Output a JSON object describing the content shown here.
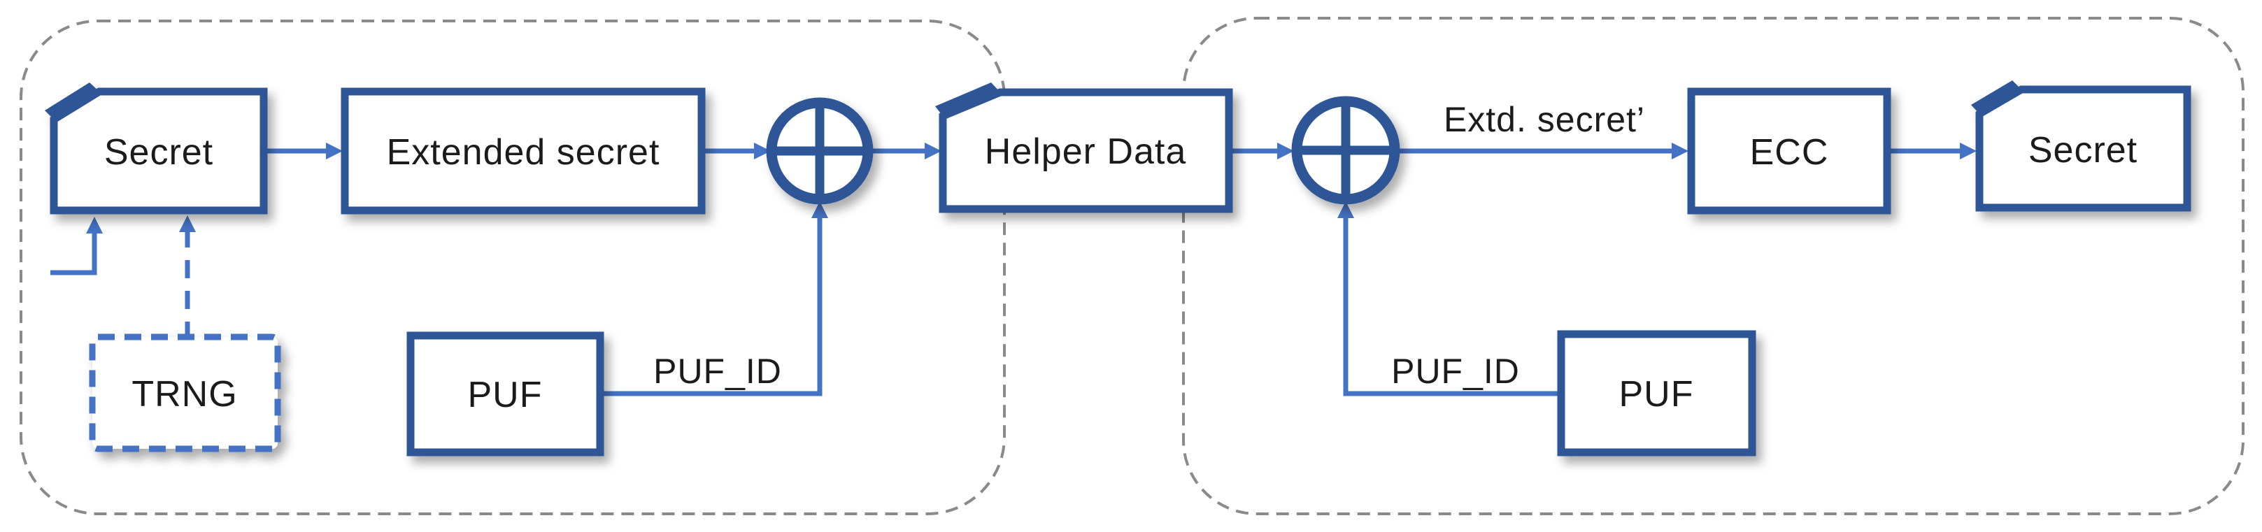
{
  "colors": {
    "dark": "#2E5596",
    "arrow": "#4472C4",
    "gray": "#8A8A8A",
    "text": "#1B1B1B",
    "background": "#FFFFFF"
  },
  "nodes": {
    "secret_left": "Secret",
    "extended_secret": "Extended secret",
    "helper_data": "Helper Data",
    "ecc": "ECC",
    "secret_right": "Secret",
    "trng": "TRNG",
    "puf_left": "PUF",
    "puf_right": "PUF"
  },
  "labels": {
    "puf_id_left": "PUF_ID",
    "puf_id_right": "PUF_ID",
    "extended_secret_prime": "Extd. secret’"
  }
}
